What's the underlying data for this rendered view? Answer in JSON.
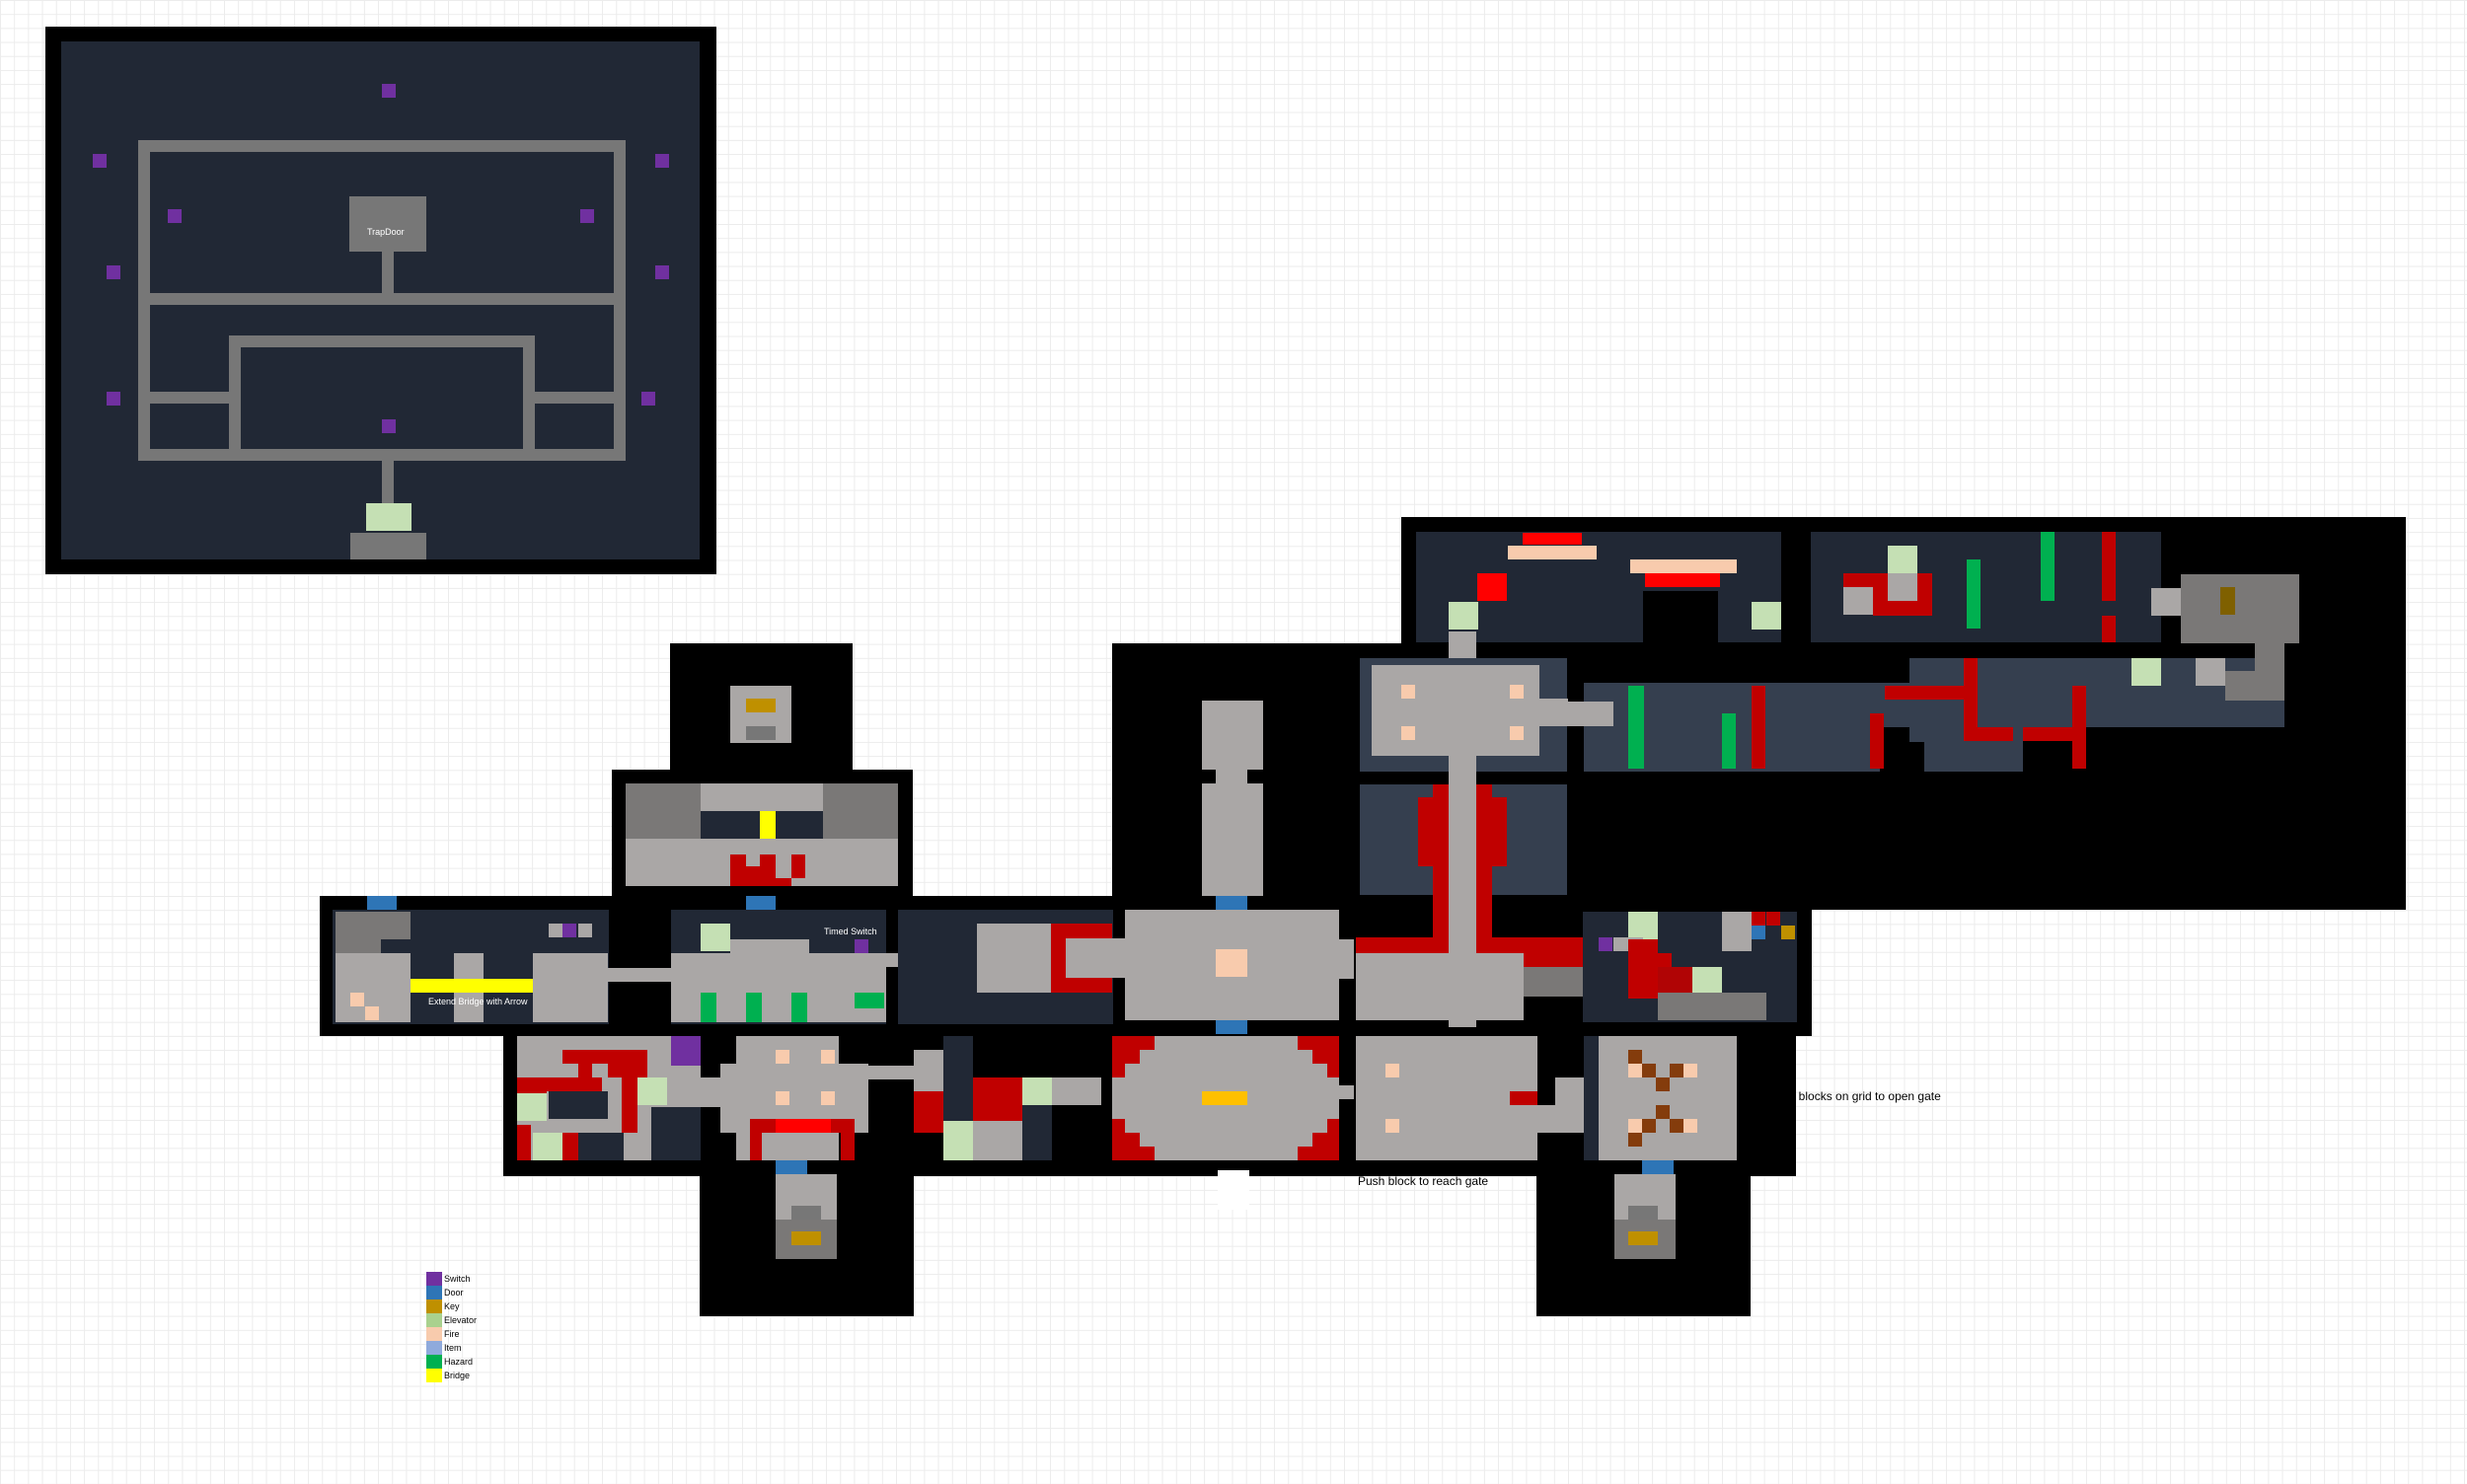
{
  "colors": {
    "wall": "#000000",
    "floor": "#212835",
    "floor_alt": "#353f4f",
    "stone": "#aaa7a6",
    "stone_dark": "#7a7877",
    "path": "#777777",
    "switch": "#7030a0",
    "door": "#2e75b6",
    "key": "#bf9000",
    "elevator": "#c5e0b4",
    "fire": "#f8cbad",
    "item": "#8faadc",
    "hazard": "#00b050",
    "bridge": "#ffff00",
    "lava": "#c00000",
    "bright_red": "#ff0000",
    "block": "#843c0c",
    "plate": "#7f6000"
  },
  "legend": {
    "items": [
      {
        "label": "Switch",
        "color": "#7030a0"
      },
      {
        "label": "Door",
        "color": "#2e75b6"
      },
      {
        "label": "Key",
        "color": "#bf9000"
      },
      {
        "label": "Elevator",
        "color": "#a9d18e"
      },
      {
        "label": "Fire",
        "color": "#f8cbad"
      },
      {
        "label": "Item",
        "color": "#8faadc"
      },
      {
        "label": "Hazard",
        "color": "#00b050"
      },
      {
        "label": "Bridge",
        "color": "#ffff00"
      }
    ]
  },
  "labels": {
    "trapdoor": "TrapDoor",
    "timed_switch": "Timed Switch",
    "extend_bridge": "Extend Bridge with Arrow",
    "push_grid": "Push blocks on grid to open gate",
    "push_block": "Push block to reach gate"
  }
}
